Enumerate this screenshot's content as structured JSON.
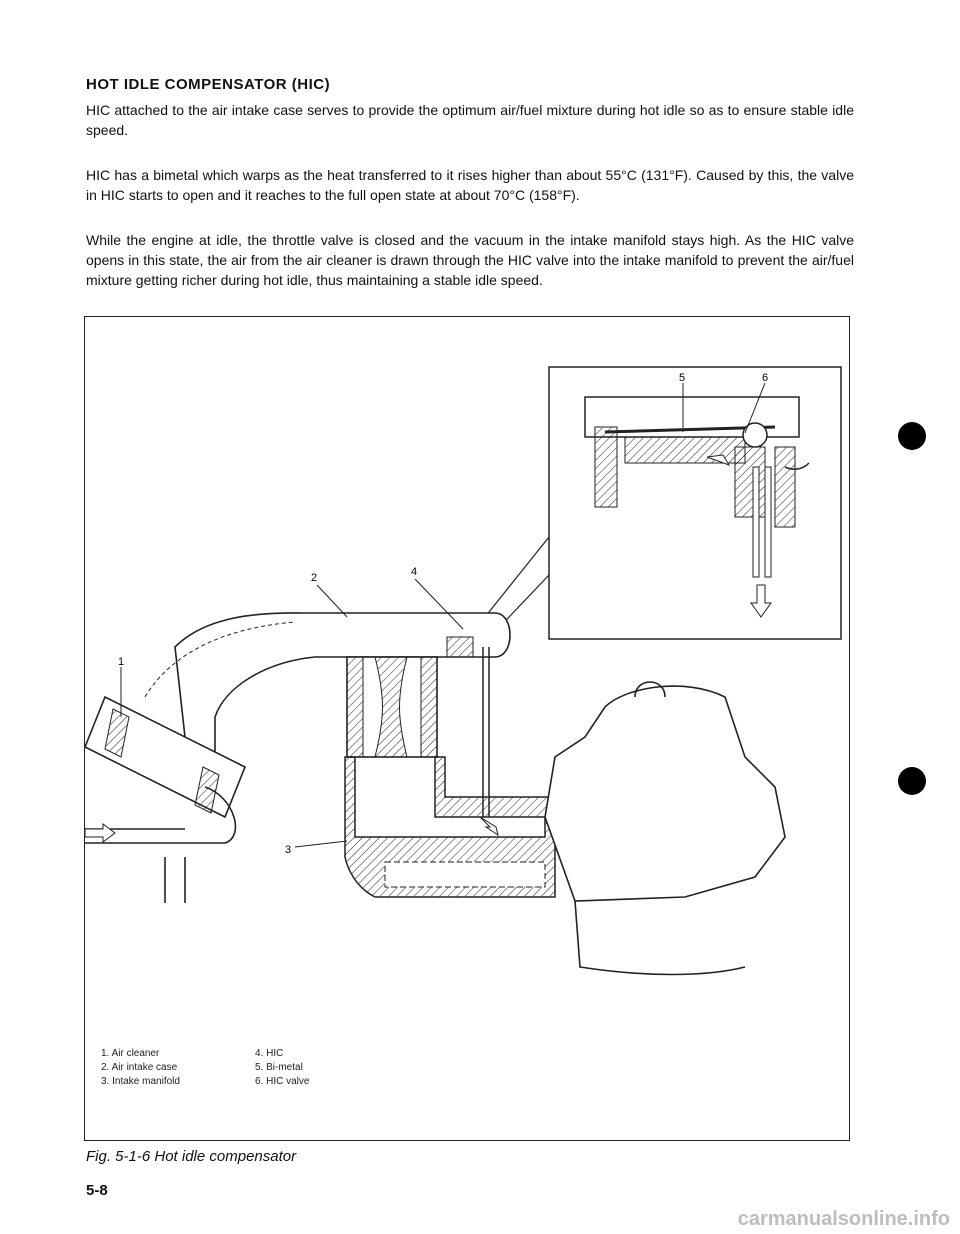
{
  "section": {
    "heading": "HOT IDLE COMPENSATOR (HIC)",
    "paragraphs": [
      "HIC attached to the air intake case serves to provide the optimum air/fuel mixture during hot idle so as to ensure stable idle speed.",
      "HIC has a bimetal which warps as the heat transferred to it rises higher than about 55°C (131°F). Caused by this, the valve in HIC starts to open and it reaches to the full open state at about 70°C (158°F).",
      "While the engine at idle, the throttle valve is closed and the vacuum in the intake manifold stays high. As the HIC valve opens in this state, the air from the air cleaner is drawn through the HIC valve into the intake manifold to prevent the air/fuel mixture getting richer during hot idle, thus maintaining a stable idle speed."
    ]
  },
  "figure": {
    "callouts": [
      "1",
      "2",
      "3",
      "4",
      "5",
      "6"
    ],
    "legend_left": [
      "1. Air cleaner",
      "2. Air intake case",
      "3. Intake manifold"
    ],
    "legend_right": [
      "4. HIC",
      "5. Bi-metal",
      "6. HIC valve"
    ],
    "caption": "Fig. 5-1-6 Hot idle compensator"
  },
  "page_number": "5-8",
  "watermark": "carmanualsonline.info"
}
